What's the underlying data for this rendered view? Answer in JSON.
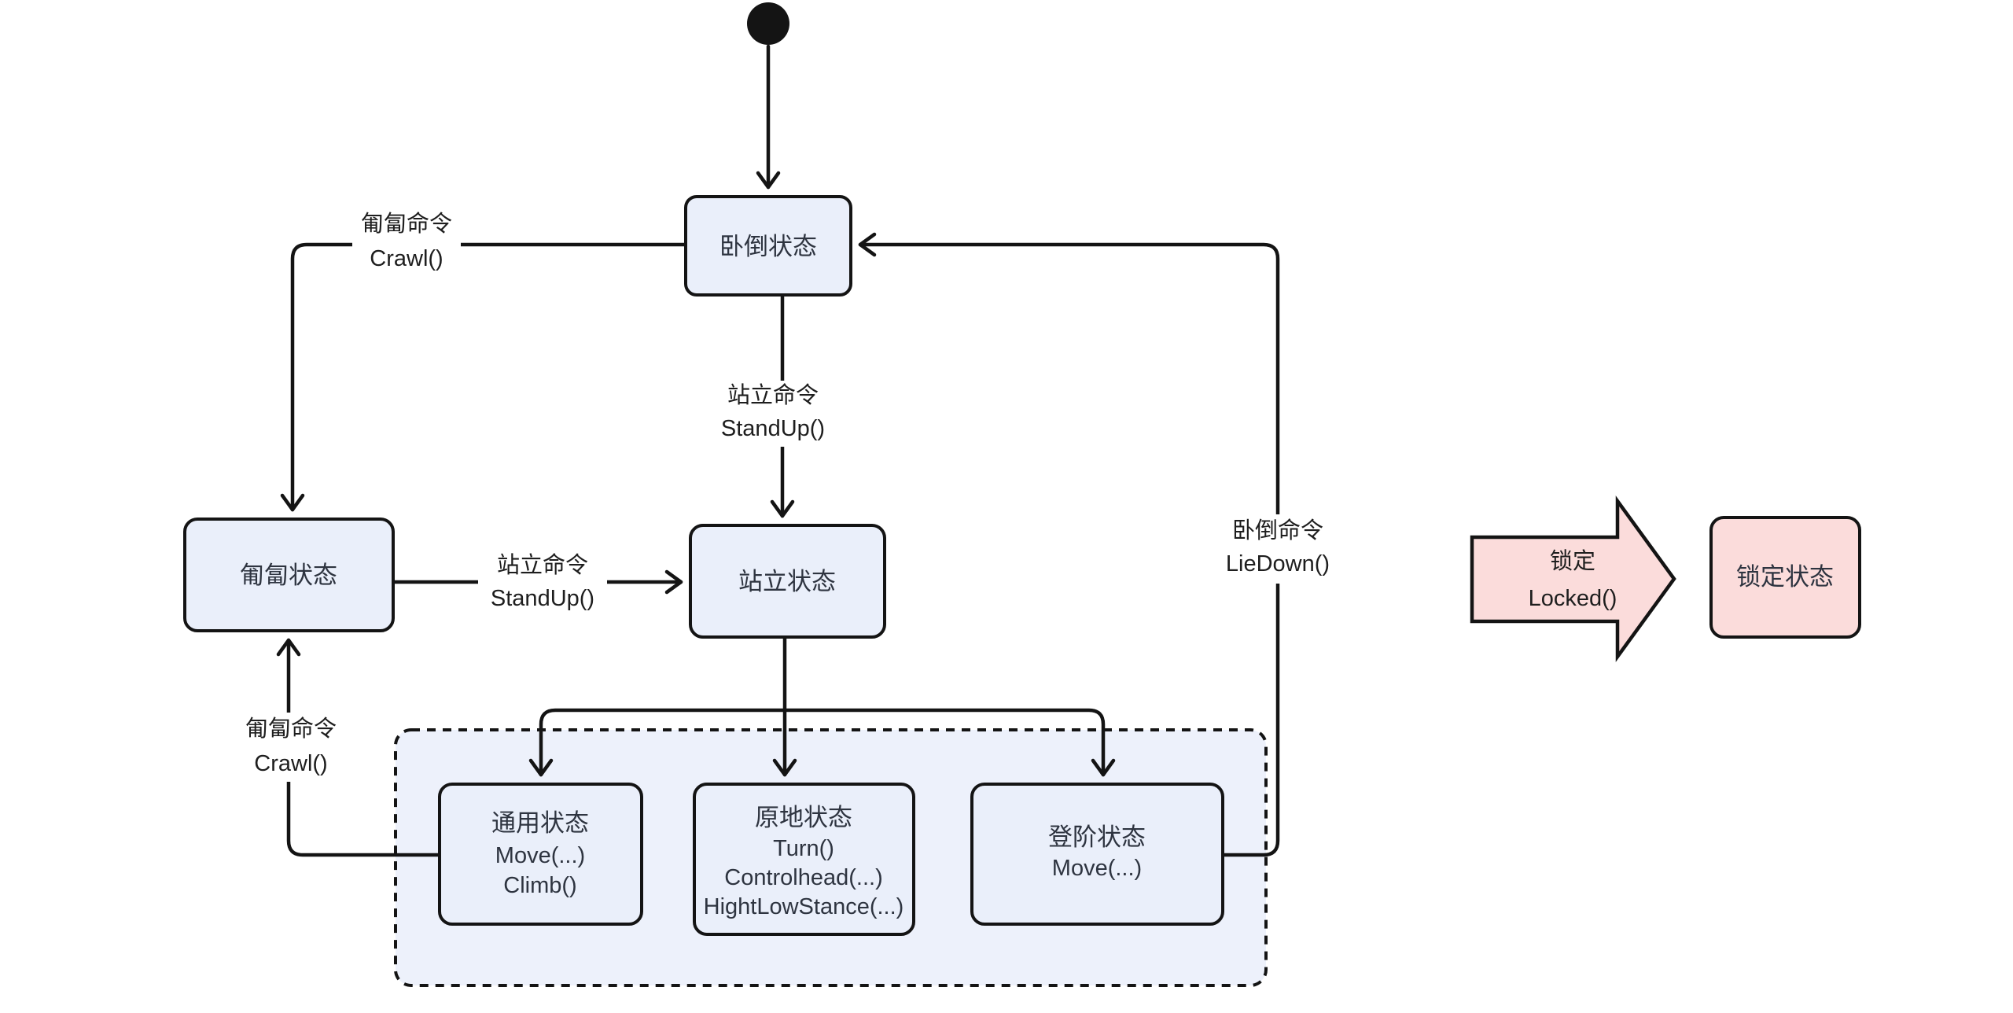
{
  "diagram": {
    "colors": {
      "canvas": "#ffffff",
      "line": "#141414",
      "node_border": "#141414",
      "node_fill": "#eaeffa",
      "container_fill": "#edf1fb",
      "locked_fill": "#fbdcdb",
      "node_text": "#2e3440",
      "label_text": "#1e1e1e"
    },
    "nodes": {
      "lie_down": {
        "label": "卧倒状态"
      },
      "crawl": {
        "label": "匍匐状态"
      },
      "stand": {
        "label": "站立状态"
      },
      "common": {
        "lines": [
          "通用状态",
          "Move(...)",
          "Climb()"
        ]
      },
      "in_place": {
        "lines": [
          "原地状态",
          "Turn()",
          "Controlhead(...)",
          "HightLowStance(...)"
        ]
      },
      "stairs": {
        "lines": [
          "登阶状态",
          "Move(...)"
        ]
      },
      "locked": {
        "label": "锁定状态"
      }
    },
    "edge_labels": {
      "crawl_top": {
        "lines": [
          "匍匐命令",
          "Crawl()"
        ]
      },
      "standup_mid": {
        "lines": [
          "站立命令",
          "StandUp()"
        ]
      },
      "standup_left": {
        "lines": [
          "站立命令",
          "StandUp()"
        ]
      },
      "crawl_bottom": {
        "lines": [
          "匍匐命令",
          "Crawl()"
        ]
      },
      "liedown_right": {
        "lines": [
          "卧倒命令",
          "LieDown()"
        ]
      },
      "locked_arrow": {
        "lines": [
          "锁定",
          "Locked()"
        ]
      }
    }
  }
}
